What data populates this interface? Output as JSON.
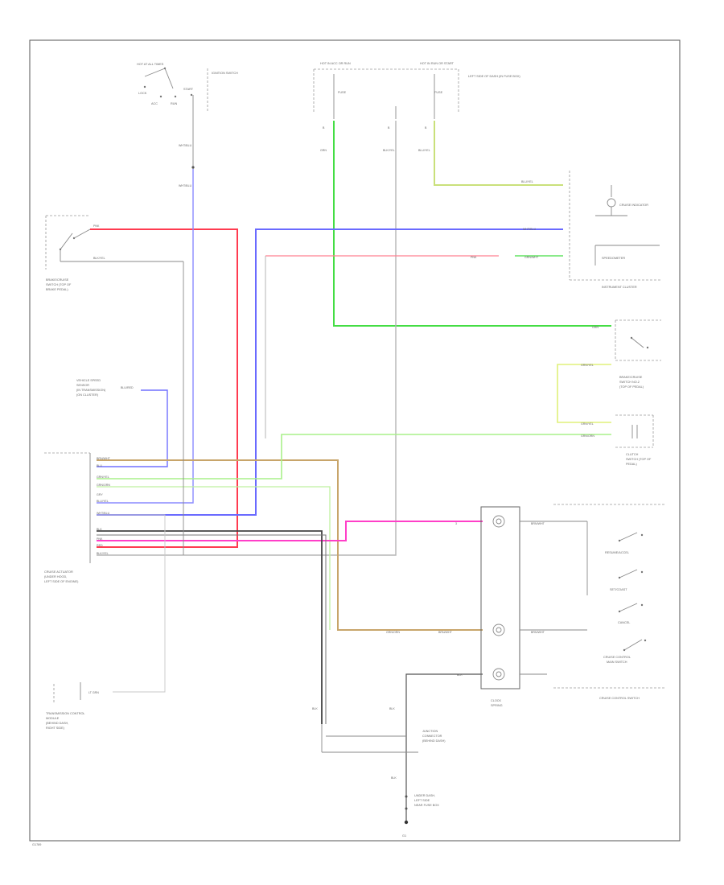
{
  "colors": {
    "red": "#ff3b50",
    "pink": "#ff3fc8",
    "blue": "#6a6aff",
    "green": "#44dd44",
    "yellow_green": "#c9e07a",
    "light_green": "#a9f08a",
    "tan": "#c8a56a",
    "grey": "#9a9a9a",
    "dark_grey": "#444444"
  },
  "components": {
    "ignition_switch": {
      "top": "HOT AT ALL TIMES",
      "label": "IGNITION SWITCH",
      "pos": [
        "LOCK",
        "ACC",
        "RUN",
        "START"
      ]
    },
    "fuse_left": {
      "top": "HOT IN ACC OR RUN",
      "label": "FUSE"
    },
    "fuse_right": {
      "top": "HOT IN RUN OR START",
      "label": "FUSE",
      "note": "LEFT SIDE OF DASH (IN FUSE BOX)"
    },
    "brake_switch": {
      "label": [
        "BRAKE/CRUISE",
        "SWITCH (TOP OF",
        "BRAKE PEDAL)"
      ]
    },
    "vss": {
      "label": [
        "VEHICLE SPEED",
        "SENSOR",
        "(IN TRANSMISSION)",
        "(ON CLUSTER)"
      ]
    },
    "instrument_cluster": {
      "label": "INSTRUMENT CLUSTER",
      "cruise_ind": "CRUISE INDICATOR",
      "speedometer": "SPEEDOMETER"
    },
    "brake_fluid_switch": {
      "label": [
        "BRAKE/CRUISE",
        "SWITCH NO.2",
        "(TOP OF PEDAL)"
      ]
    },
    "clutch_switch": {
      "label": [
        "CLUTCH",
        "SWITCH (TOP OF",
        "PEDAL)"
      ]
    },
    "cruise_module": {
      "label": [
        "CRUISE ACTUATOR",
        "(UNDER HOOD,",
        "LEFT SIDE OF ENGINE)"
      ]
    },
    "clock_spring": {
      "label": [
        "CLOCK",
        "SPRING"
      ]
    },
    "cruise_switches": {
      "resume": "RESUME/ACCEL",
      "set": "SET/COAST",
      "cancel": "CANCEL",
      "main": "CRUISE CONTROL",
      "main2": "MAIN SWITCH",
      "label": "CRUISE CONTROL SWITCH"
    },
    "tcm": {
      "label": [
        "TRANSMISSION CONTROL",
        "MODULE",
        "(BEHIND DASH,",
        "RIGHT SIDE)"
      ]
    },
    "ground_junction": {
      "label": [
        "JUNCTION",
        "CONNECTOR",
        "(BEHIND DASH)"
      ]
    },
    "ground": {
      "label": [
        "UNDER DASH,",
        "LEFT SIDE",
        "NEAR FUSE BOX"
      ],
      "gnd": "G1"
    }
  },
  "wires": {
    "w1": "BLU/YEL",
    "w2": "PNK",
    "w3": "BLU/RED",
    "w4": "GRN/WHT",
    "w5": "GRN",
    "w6": "WHT/BLU",
    "w7": "BRN/WHT",
    "w8": "BLK",
    "w9": "LT GRN",
    "w10": "BLK/YEL",
    "w11": "GRN/YEL",
    "w12": "GRN/ORN"
  },
  "connector_pins": [
    "BRN/WHT",
    "BLU",
    "GRN/YEL",
    "GRN/ORN",
    "GRY",
    "BLU/YEL",
    "WHT/BLU",
    "BLK",
    "PNK",
    "RED",
    "BLK/YEL"
  ],
  "footer": "G1789"
}
